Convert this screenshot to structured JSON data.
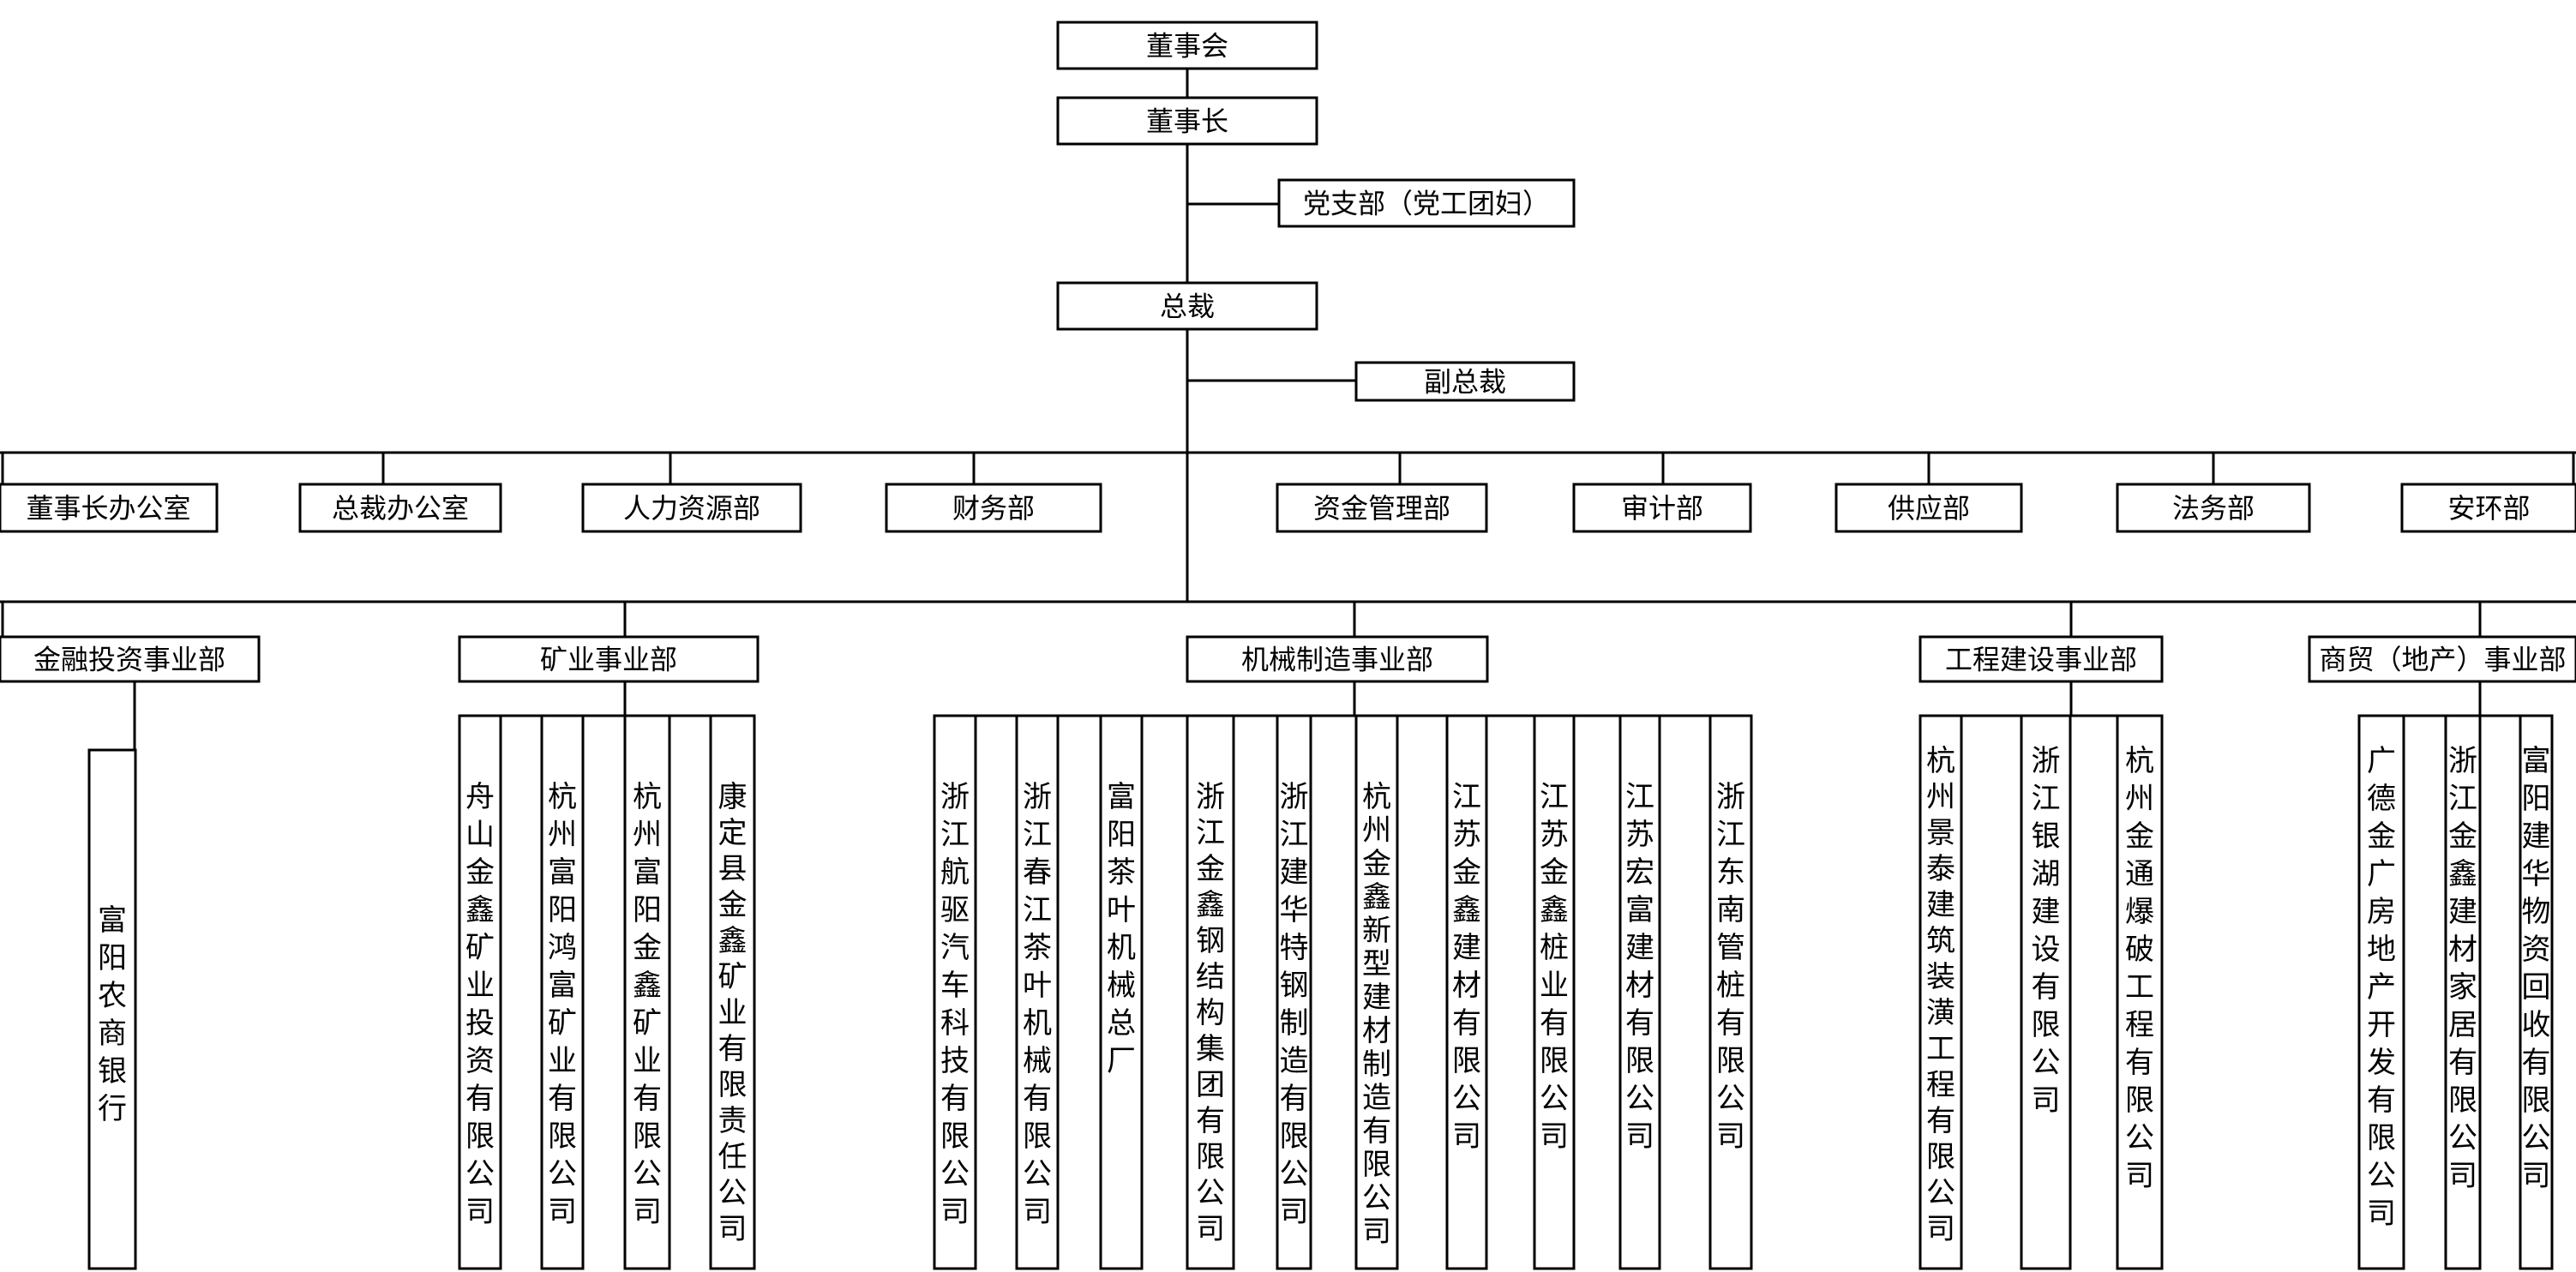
{
  "top": {
    "board": "董事会",
    "chairman": "董事长",
    "party": "党支部（党工团妇）",
    "president": "总裁",
    "vice_president": "副总裁"
  },
  "departments": [
    "董事长办公室",
    "总裁办公室",
    "人力资源部",
    "财务部",
    "资金管理部",
    "审计部",
    "供应部",
    "法务部",
    "安环部"
  ],
  "divisions": [
    {
      "name": "金融投资事业部",
      "units": [
        "富阳农商银行"
      ]
    },
    {
      "name": "矿业事业部",
      "units": [
        "舟山金鑫矿业投资有限公司",
        "杭州富阳鸿富矿业有限公司",
        "杭州富阳金鑫矿业有限公司",
        "康定县金鑫矿业有限责任公司"
      ]
    },
    {
      "name": "机械制造事业部",
      "units": [
        "浙江航驱汽车科技有限公司",
        "浙江春江茶叶机械有限公司",
        "富阳茶叶机械总厂",
        "浙江金鑫钢结构集团有限公司",
        "浙江建华特钢制造有限公司",
        "杭州金鑫新型建材制造有限公司",
        "江苏金鑫建材有限公司",
        "江苏金鑫桩业有限公司",
        "江苏宏富建材有限公司",
        "浙江东南管桩有限公司"
      ]
    },
    {
      "name": "工程建设事业部",
      "units": [
        "杭州景泰建筑装潢工程有限公司",
        "浙江银湖建设有限公司",
        "杭州金通爆破工程有限公司"
      ]
    },
    {
      "name": "商贸（地产）事业部",
      "units": [
        "广德金广房地产开发有限公司",
        "浙江金鑫建材家居有限公司",
        "富阳建华物资回收有限公司"
      ]
    }
  ]
}
